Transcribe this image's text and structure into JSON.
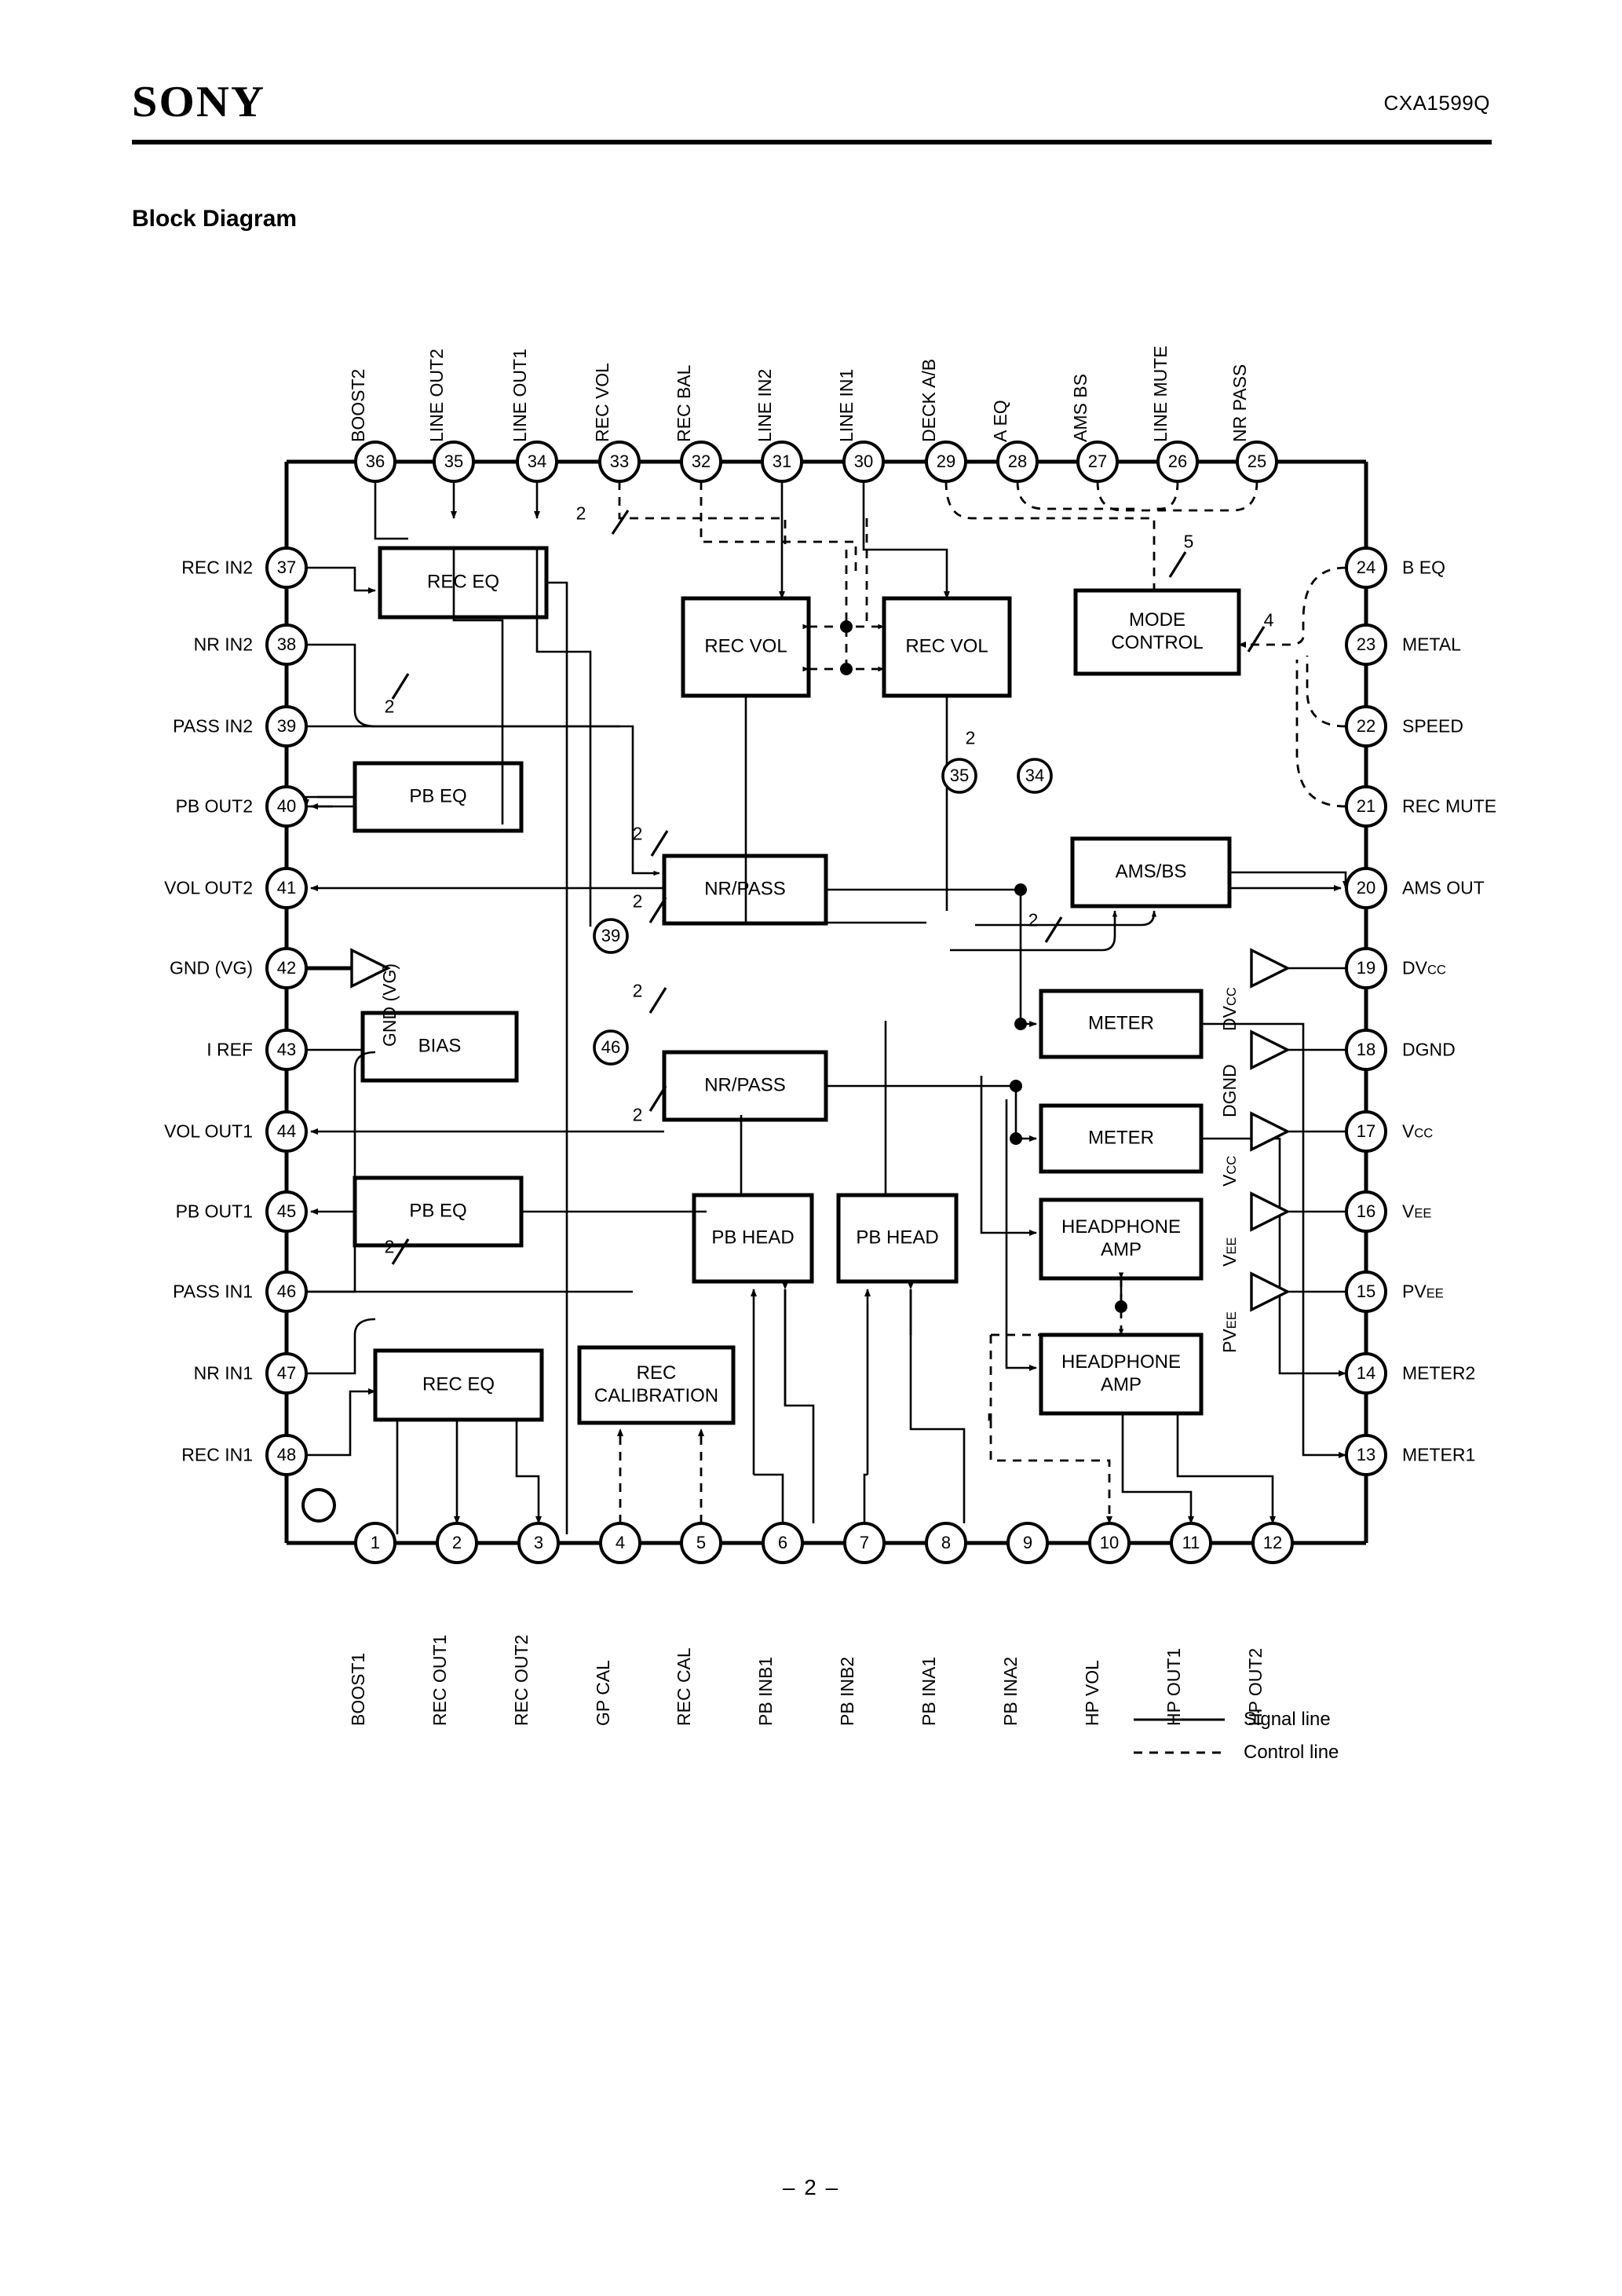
{
  "header": {
    "logo": "SONY",
    "part_number": "CXA1599Q"
  },
  "section": {
    "title": "Block Diagram"
  },
  "footer": {
    "page": "– 2 –"
  },
  "legend": {
    "signal": "Signal line",
    "control": "Control line"
  },
  "pins": {
    "top": [
      {
        "num": "36",
        "label": "BOOST2"
      },
      {
        "num": "35",
        "label": "LINE OUT2"
      },
      {
        "num": "34",
        "label": "LINE OUT1"
      },
      {
        "num": "33",
        "label": "REC VOL"
      },
      {
        "num": "32",
        "label": "REC BAL"
      },
      {
        "num": "31",
        "label": "LINE IN2"
      },
      {
        "num": "30",
        "label": "LINE IN1"
      },
      {
        "num": "29",
        "label": "DECK A/B"
      },
      {
        "num": "28",
        "label": "A EQ"
      },
      {
        "num": "27",
        "label": "AMS BS"
      },
      {
        "num": "26",
        "label": "LINE MUTE"
      },
      {
        "num": "25",
        "label": "NR PASS"
      }
    ],
    "left": [
      {
        "num": "37",
        "label": "REC IN2"
      },
      {
        "num": "38",
        "label": "NR IN2"
      },
      {
        "num": "39",
        "label": "PASS IN2"
      },
      {
        "num": "40",
        "label": "PB OUT2"
      },
      {
        "num": "41",
        "label": "VOL OUT2"
      },
      {
        "num": "42",
        "label": "GND (VG)"
      },
      {
        "num": "43",
        "label": "I REF"
      },
      {
        "num": "44",
        "label": "VOL OUT1"
      },
      {
        "num": "45",
        "label": "PB OUT1"
      },
      {
        "num": "46",
        "label": "PASS IN1"
      },
      {
        "num": "47",
        "label": "NR IN1"
      },
      {
        "num": "48",
        "label": "REC IN1"
      }
    ],
    "right": [
      {
        "num": "24",
        "label": "B EQ"
      },
      {
        "num": "23",
        "label": "METAL"
      },
      {
        "num": "22",
        "label": "SPEED"
      },
      {
        "num": "21",
        "label": "REC MUTE"
      },
      {
        "num": "20",
        "label": "AMS OUT"
      },
      {
        "num": "19",
        "label": "DVcc"
      },
      {
        "num": "18",
        "label": "DGND"
      },
      {
        "num": "17",
        "label": "Vcc"
      },
      {
        "num": "16",
        "label": "VEE"
      },
      {
        "num": "15",
        "label": "PVEE"
      },
      {
        "num": "14",
        "label": "METER2"
      },
      {
        "num": "13",
        "label": "METER1"
      }
    ],
    "bottom": [
      {
        "num": "1",
        "label": "BOOST1"
      },
      {
        "num": "2",
        "label": "REC OUT1"
      },
      {
        "num": "3",
        "label": "REC OUT2"
      },
      {
        "num": "4",
        "label": "GP CAL"
      },
      {
        "num": "5",
        "label": "REC CAL"
      },
      {
        "num": "6",
        "label": "PB INB1"
      },
      {
        "num": "7",
        "label": "PB INB2"
      },
      {
        "num": "8",
        "label": "PB INA1"
      },
      {
        "num": "9",
        "label": "PB INA2"
      },
      {
        "num": "10",
        "label": "HP VOL"
      },
      {
        "num": "11",
        "label": "HP OUT1"
      },
      {
        "num": "12",
        "label": "HP OUT2"
      }
    ]
  },
  "inner_rail_labels": [
    {
      "name": "gnd-vg-buffer-label",
      "text": "GND (VG)"
    },
    {
      "name": "dvcc-rail-label",
      "text": "DVcc"
    },
    {
      "name": "dgnd-rail-label",
      "text": "DGND"
    },
    {
      "name": "vcc-rail-label",
      "text": "Vcc"
    },
    {
      "name": "vee-rail-label",
      "text": "VEE"
    },
    {
      "name": "pvee-rail-label",
      "text": "PVEE"
    }
  ],
  "blocks": [
    {
      "id": "rec-eq-2",
      "text": "REC EQ"
    },
    {
      "id": "rec-vol-left",
      "text": "REC VOL"
    },
    {
      "id": "rec-vol-right",
      "text": "REC VOL"
    },
    {
      "id": "mode-control",
      "text": "MODE\nCONTROL"
    },
    {
      "id": "pb-eq-2",
      "text": "PB EQ"
    },
    {
      "id": "nr-pass-2",
      "text": "NR/PASS"
    },
    {
      "id": "ams-bs",
      "text": "AMS/BS"
    },
    {
      "id": "bias",
      "text": "BIAS"
    },
    {
      "id": "meter-upper",
      "text": "METER"
    },
    {
      "id": "meter-lower",
      "text": "METER"
    },
    {
      "id": "nr-pass-1",
      "text": "NR/PASS"
    },
    {
      "id": "pb-eq-1",
      "text": "PB EQ"
    },
    {
      "id": "pb-head-1",
      "text": "PB HEAD"
    },
    {
      "id": "pb-head-2",
      "text": "PB HEAD"
    },
    {
      "id": "headphone-amp-1",
      "text": "HEADPHONE\nAMP"
    },
    {
      "id": "headphone-amp-2",
      "text": "HEADPHONE\nAMP"
    },
    {
      "id": "rec-eq-1",
      "text": "REC EQ"
    },
    {
      "id": "rec-calibration",
      "text": "REC\nCALIBRATION"
    }
  ],
  "bus_markers": [
    {
      "id": "bus-a",
      "text": "2"
    },
    {
      "id": "bus-b",
      "text": "2"
    },
    {
      "id": "bus-c",
      "text": "2"
    },
    {
      "id": "bus-d",
      "text": "2"
    },
    {
      "id": "bus-e",
      "text": "2"
    },
    {
      "id": "bus-f",
      "text": "2"
    },
    {
      "id": "bus-g",
      "text": "2"
    },
    {
      "id": "bus-h",
      "text": "2"
    },
    {
      "id": "bus-i",
      "text": "5"
    },
    {
      "id": "bus-j",
      "text": "4"
    }
  ],
  "ref_markers": [
    {
      "id": "ref-35",
      "text": "35"
    },
    {
      "id": "ref-34",
      "text": "34"
    },
    {
      "id": "ref-39",
      "text": "39"
    },
    {
      "id": "ref-46",
      "text": "46"
    }
  ]
}
